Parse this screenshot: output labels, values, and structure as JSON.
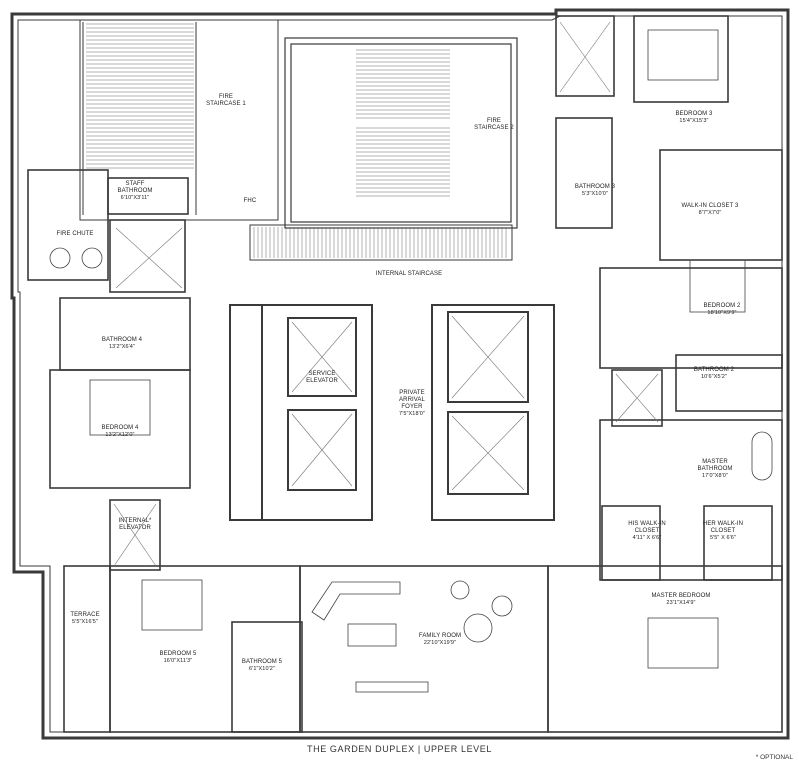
{
  "plan": {
    "title": "THE GARDEN DUPLEX | UPPER LEVEL",
    "footnote": "* OPTIONAL",
    "wall_color": "#3a3a3a",
    "line_color": "#555555",
    "rooms": [
      {
        "key": "fire1",
        "name": "FIRE\nSTAIRCASE 1",
        "dim": ""
      },
      {
        "key": "fire2",
        "name": "FIRE\nSTAIRCASE 2",
        "dim": ""
      },
      {
        "key": "staffbath",
        "name": "STAFF\nBATHROOM",
        "dim": "6'10\"X3'11\""
      },
      {
        "key": "firechute",
        "name": "FIRE CHUTE",
        "dim": ""
      },
      {
        "key": "fhc",
        "name": "FHC",
        "dim": ""
      },
      {
        "key": "internal",
        "name": "INTERNAL STAIRCASE",
        "dim": ""
      },
      {
        "key": "bed3",
        "name": "BEDROOM 3",
        "dim": "15'4\"X15'3\""
      },
      {
        "key": "bath3",
        "name": "BATHROOM 3",
        "dim": "5'3\"X10'0\""
      },
      {
        "key": "wic3",
        "name": "WALK-IN CLOSET 3",
        "dim": "8'7\"X7'0\""
      },
      {
        "key": "bed2",
        "name": "BEDROOM 2",
        "dim": "18'10\"X9'9\""
      },
      {
        "key": "bath2",
        "name": "BATHROOM 2",
        "dim": "10'6\"X5'2\""
      },
      {
        "key": "masterbath",
        "name": "MASTER\nBATHROOM",
        "dim": "17'0\"X8'0\""
      },
      {
        "key": "hiswic",
        "name": "HIS WALK-IN\nCLOSET",
        "dim": "4'11\" X 6'6\""
      },
      {
        "key": "herwic",
        "name": "HER WALK-IN\nCLOSET",
        "dim": "5'5\" X 6'6\""
      },
      {
        "key": "masterbed",
        "name": "MASTER BEDROOM",
        "dim": "23'1\"X14'9\""
      },
      {
        "key": "bath4",
        "name": "BATHROOM 4",
        "dim": "13'2\"X6'4\""
      },
      {
        "key": "bed4",
        "name": "BEDROOM 4",
        "dim": "13'2\"X12'0\""
      },
      {
        "key": "svcelev",
        "name": "SERVICE\nELEVATOR",
        "dim": ""
      },
      {
        "key": "foyer",
        "name": "PRIVATE\nARRIVAL\nFOYER",
        "dim": "7'5\"X18'0\""
      },
      {
        "key": "intelev",
        "name": "INTERNAL*\nELEVATOR",
        "dim": ""
      },
      {
        "key": "terrace",
        "name": "TERRACE",
        "dim": "5'5\"X16'5\""
      },
      {
        "key": "bed5",
        "name": "BEDROOM 5",
        "dim": "16'0\"X11'3\""
      },
      {
        "key": "bath5",
        "name": "BATHROOM 5",
        "dim": "6'1\"X10'2\""
      },
      {
        "key": "family",
        "name": "FAMILY ROOM",
        "dim": "22'10\"X19'9\""
      }
    ]
  }
}
